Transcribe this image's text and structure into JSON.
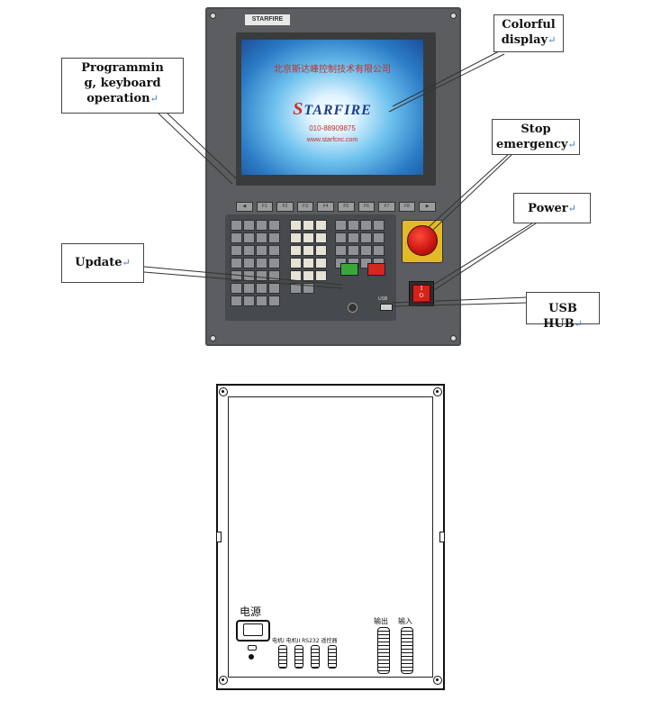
{
  "callouts": {
    "programming": {
      "line1": "Programmin",
      "line2": "g, keyboard",
      "line3": "operation"
    },
    "display": {
      "line1": "Colorful",
      "line2": "display"
    },
    "stop": {
      "line1": "Stop",
      "line2": "emergency"
    },
    "power": {
      "line1": "Power"
    },
    "update": {
      "line1": "Update"
    },
    "usb": {
      "line1": "USB HUB"
    },
    "return_mark": "↵"
  },
  "front_panel": {
    "brand": "STARFIRE",
    "screen": {
      "company_cn": "北京斯达峰控制技术有限公司",
      "logo_s": "S",
      "logo_rest": "TARFIRE",
      "phone": "010-88909875",
      "website": "www.starfcnc.com"
    },
    "fkeys": [
      "◀",
      "F1",
      "F2",
      "F3",
      "F4",
      "F5",
      "F6",
      "F7",
      "F8",
      "▶"
    ],
    "usb_label": "USB"
  },
  "back_panel": {
    "power_label": "电源",
    "ports_label": "电机I 电机II RS232 遥控器",
    "output_label": "输出",
    "input_label": "输入"
  }
}
